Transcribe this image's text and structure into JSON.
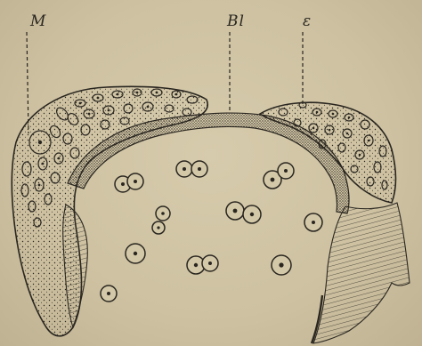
{
  "labels": {
    "m": "M",
    "bl": "Bl",
    "e": "ε"
  },
  "colors": {
    "paper": "#cdc1a1",
    "ink": "#2a2620",
    "hatch": "#5a5246"
  }
}
